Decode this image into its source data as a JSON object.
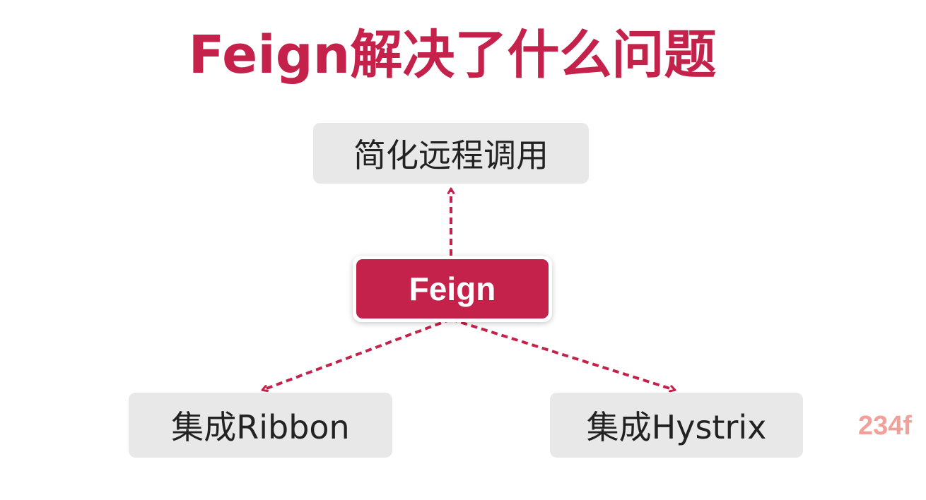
{
  "title": "Feign解决了什么问题",
  "center_node": "Feign",
  "nodes": {
    "top": "简化远程调用",
    "left": "集成Ribbon",
    "right": "集成Hystrix"
  },
  "watermark": "234f",
  "colors": {
    "accent": "#c4224a",
    "node_bg": "#e8e8e8",
    "watermark": "#f2a19a"
  }
}
